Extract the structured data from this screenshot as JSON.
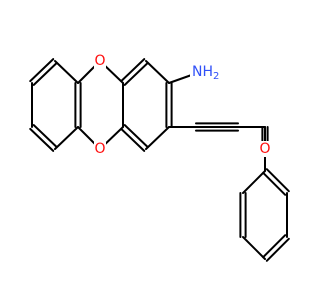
{
  "structure": {
    "atoms": {
      "O1": {
        "symbol": "O",
        "label": "O",
        "color": "#ff0d0d"
      },
      "O2": {
        "symbol": "O",
        "label": "O",
        "color": "#ff0d0d"
      },
      "O3": {
        "symbol": "O",
        "label": "O",
        "color": "#ff0d0d"
      },
      "N": {
        "symbol": "N",
        "label": "NH",
        "subscript": "2",
        "color": "#3050f8"
      }
    },
    "bond_color": "#000000"
  }
}
